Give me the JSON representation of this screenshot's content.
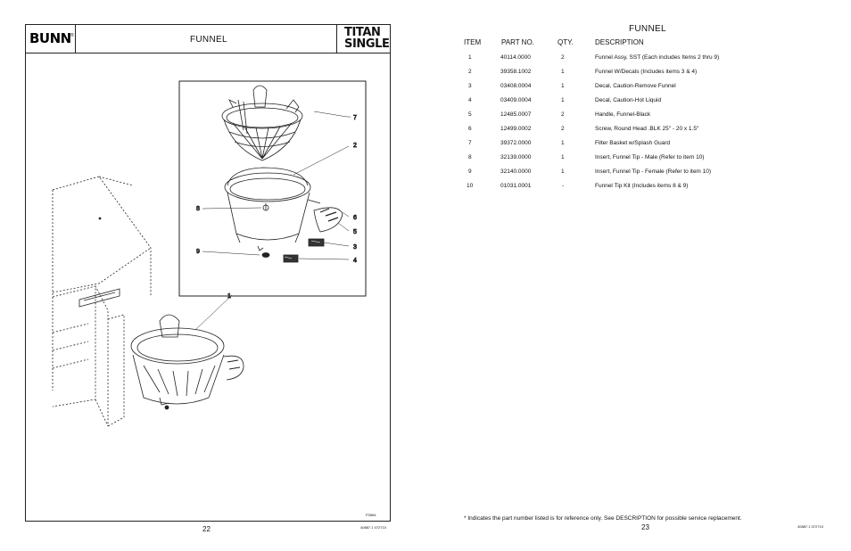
{
  "left_page": {
    "logo": "BUNN",
    "logo_mark": "®",
    "header_title": "FUNNEL",
    "model_line1": "TITAN",
    "model_line2": "SINGLE",
    "figure_id": "P3584",
    "page_number": "22",
    "doc_id": "40887.1 072710",
    "callouts": [
      "7",
      "2",
      "8",
      "6",
      "5",
      "9",
      "3",
      "4",
      "1"
    ]
  },
  "right_page": {
    "title": "FUNNEL",
    "columns": {
      "item": "ITEM",
      "part_no": "PART NO.",
      "qty": "QTY.",
      "description": "DESCRIPTION"
    },
    "rows": [
      {
        "item": "1",
        "part_no": "40114.0000",
        "qty": "2",
        "description": "Funnel Assy, SST (Each includes Items 2 thru 9)"
      },
      {
        "item": "2",
        "part_no": "39358.1002",
        "qty": "1",
        "description": "Funnel W/Decals (Includes items 3 & 4)"
      },
      {
        "item": "3",
        "part_no": "03408.0004",
        "qty": "1",
        "description": "Decal, Caution-Remove Funnel"
      },
      {
        "item": "4",
        "part_no": "03409.0004",
        "qty": "1",
        "description": "Decal, Caution-Hot Liquid"
      },
      {
        "item": "5",
        "part_no": "12485.0007",
        "qty": "2",
        "description": "Handle, Funnel-Black"
      },
      {
        "item": "6",
        "part_no": "12499.0002",
        "qty": "2",
        "description": "Screw, Round Head .BLK 25\" - 20 x 1.5\""
      },
      {
        "item": "7",
        "part_no": "39372.0000",
        "qty": "1",
        "description": "Filter Basket w/Splash Guard"
      },
      {
        "item": "8",
        "part_no": "32139.0000",
        "qty": "1",
        "description": "Insert, Funnel Tip - Male (Refer to item 10)"
      },
      {
        "item": "9",
        "part_no": "32140.0000",
        "qty": "1",
        "description": "Insert, Funnel Tip - Female (Refer to item 10)"
      },
      {
        "item": "10",
        "part_no": "01031.0001",
        "qty": "-",
        "description": "Funnel Tip Kit (Includes items 8 & 9)"
      }
    ],
    "footnote": "* Indicates the part number listed is for reference only. See DESCRIPTION for possible service replacement.",
    "page_number": "23",
    "doc_id": "40887.1 072710"
  }
}
